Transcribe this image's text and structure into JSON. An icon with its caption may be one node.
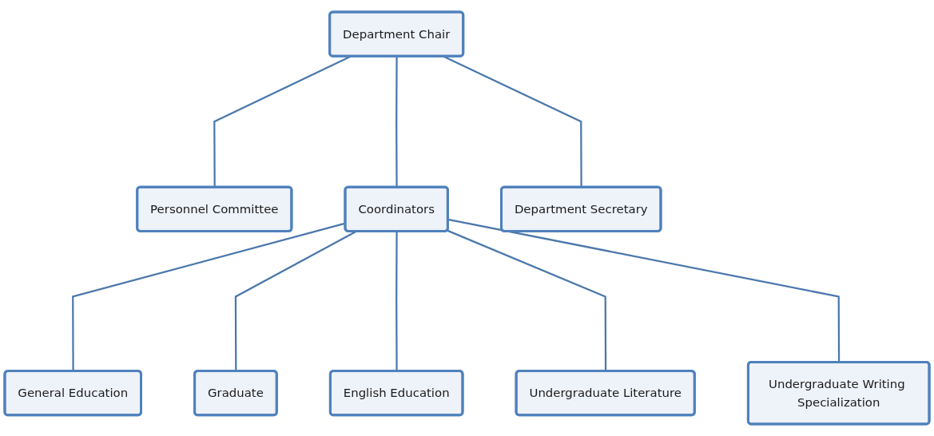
{
  "diagram": {
    "nodes": [
      {
        "text": [
          "Department Chair"
        ]
      },
      {
        "text": [
          "Personnel Committee"
        ]
      },
      {
        "text": [
          "Coordinators"
        ]
      },
      {
        "text": [
          "Department Secretary"
        ]
      },
      {
        "text": [
          "General Education"
        ]
      },
      {
        "text": [
          "Graduate"
        ]
      },
      {
        "text": [
          "English Education"
        ]
      },
      {
        "text": [
          "Undergraduate Literature"
        ]
      },
      {
        "text": [
          "Undergraduate Writing Specialization"
        ]
      }
    ],
    "edges": [
      {
        "from": 0,
        "to": 1,
        "arrow": "none"
      },
      {
        "from": 0,
        "to": 2,
        "arrow": "none"
      },
      {
        "from": 0,
        "to": 3,
        "arrow": "none"
      },
      {
        "from": 2,
        "to": 4,
        "arrow": "none"
      },
      {
        "from": 2,
        "to": 5,
        "arrow": "none"
      },
      {
        "from": 2,
        "to": 6,
        "arrow": "none"
      },
      {
        "from": 2,
        "to": 7,
        "arrow": "none"
      },
      {
        "from": 2,
        "to": 8,
        "arrow": "none"
      }
    ]
  }
}
